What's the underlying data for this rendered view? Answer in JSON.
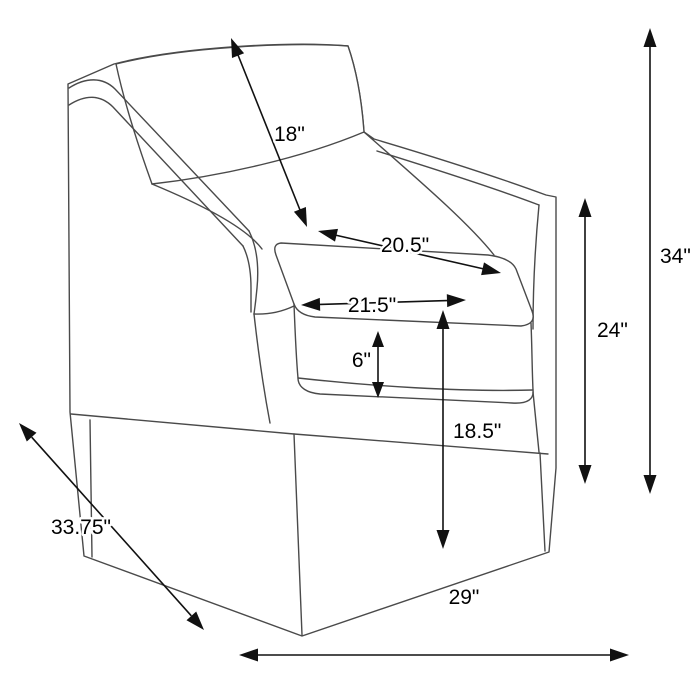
{
  "figure": {
    "subject": "skirted slope-arm upholstered armchair line drawing",
    "unit": "inches"
  },
  "colors": {
    "background": "#ffffff",
    "chair_line": "#4a4a4a",
    "dimension_line": "#111111",
    "text": "#000000"
  },
  "dimensions": {
    "back_cushion_diag": {
      "label": "18\"",
      "inches": 18
    },
    "seat_depth_diag": {
      "label": "20.5\"",
      "inches": 20.5
    },
    "seat_width": {
      "label": "21.5\"",
      "inches": 21.5
    },
    "cushion_thickness": {
      "label": "6\"",
      "inches": 6
    },
    "seat_height": {
      "label": "18.5\"",
      "inches": 18.5
    },
    "arm_height": {
      "label": "24\"",
      "inches": 24
    },
    "overall_height": {
      "label": "34\"",
      "inches": 34
    },
    "overall_depth": {
      "label": "33.75\"",
      "inches": 33.75
    },
    "overall_width": {
      "label": "29\"",
      "inches": 29
    }
  }
}
